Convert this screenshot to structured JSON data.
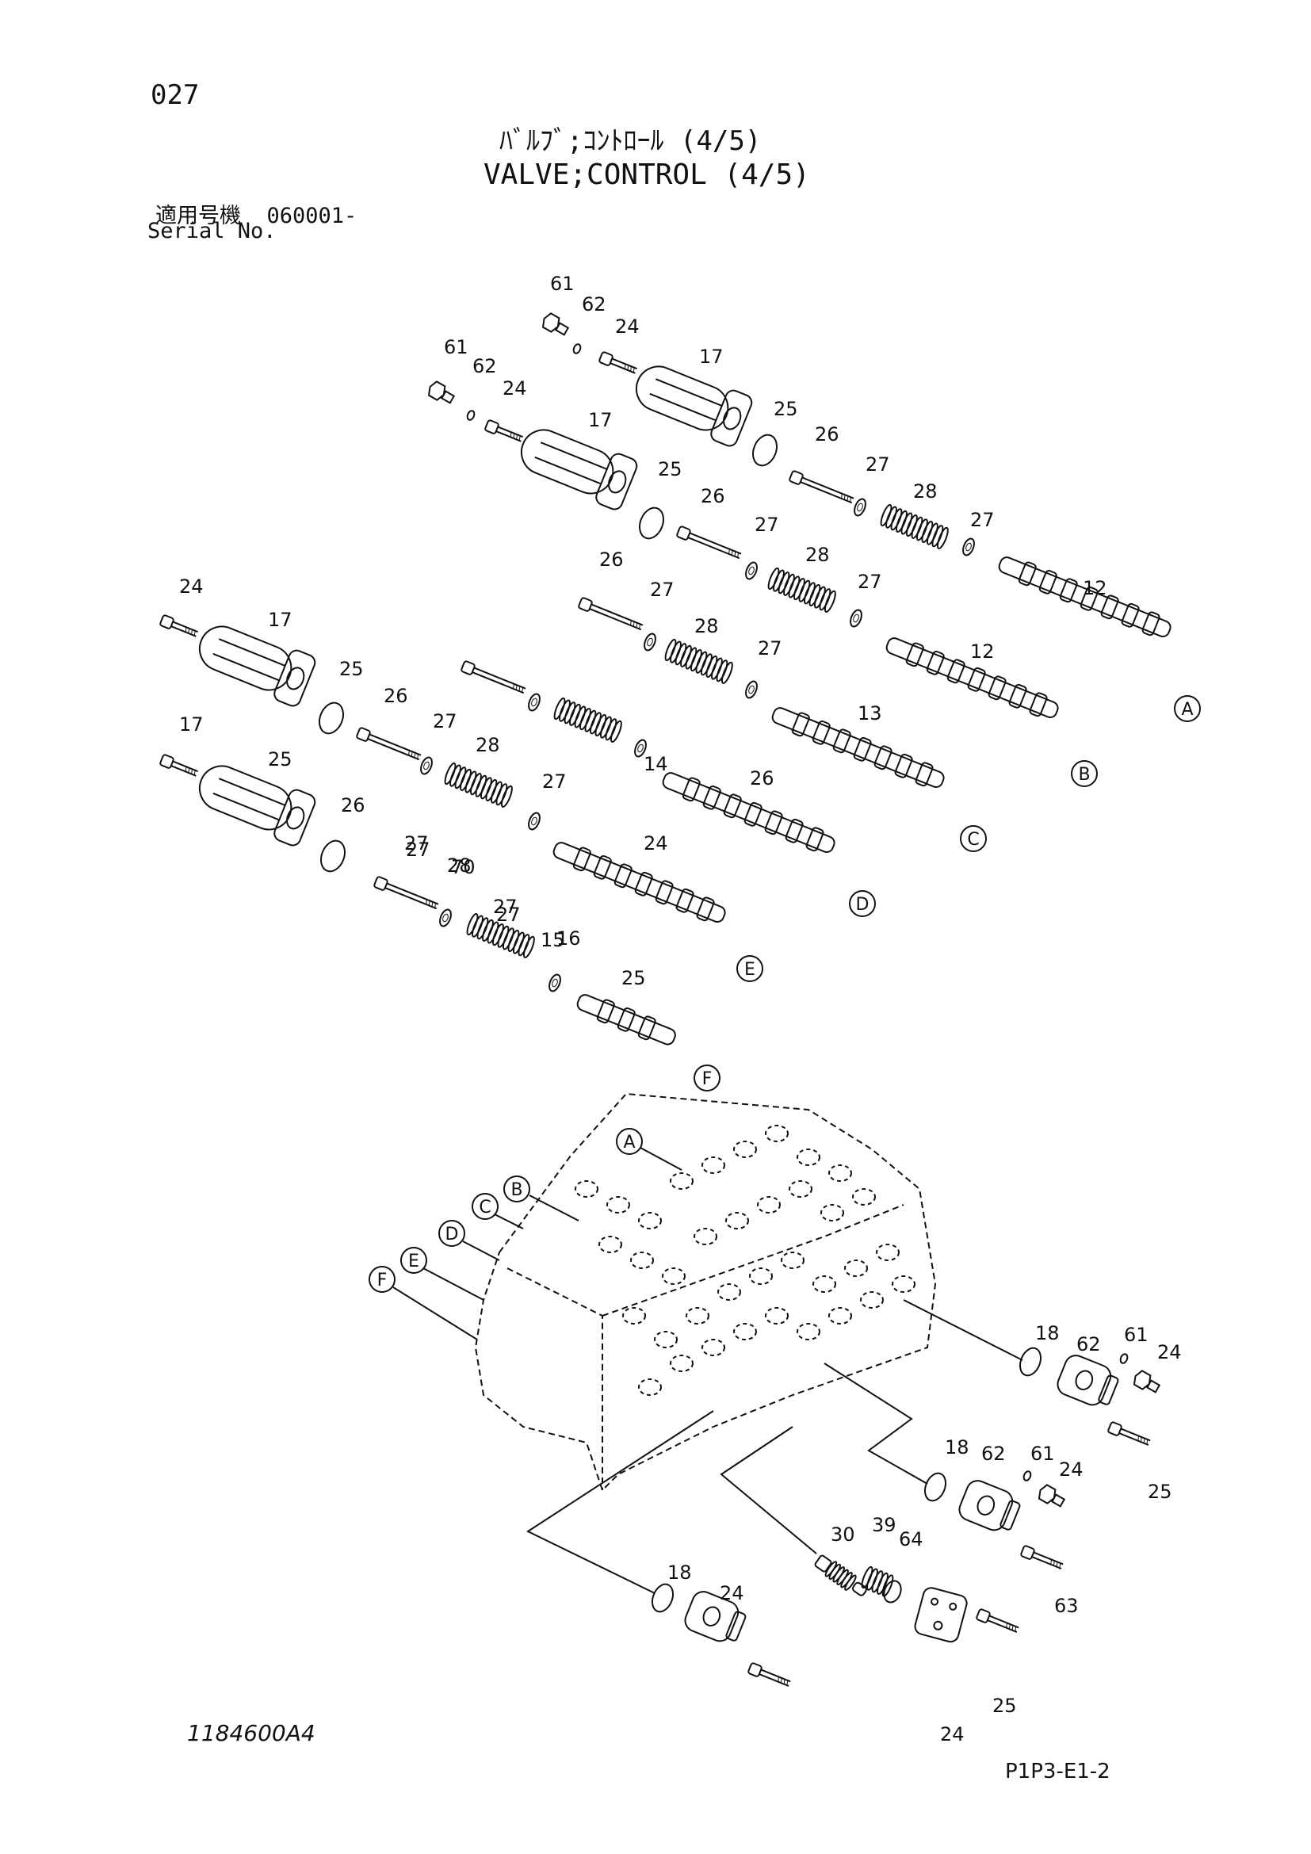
{
  "header": {
    "page_number": "027",
    "title_jp": "ﾊﾞﾙﾌﾞ;ｺﾝﾄﾛｰﾙ (4/5)",
    "title_en": "VALVE;CONTROL (4/5)",
    "serial_label_jp": "適用号機",
    "serial_value": "060001-",
    "serial_label_en": "Serial No."
  },
  "footer": {
    "drawing_number": "1184600A4",
    "page_code": "P1P3-E1-2"
  },
  "callouts": [
    "A",
    "B",
    "C",
    "D",
    "E",
    "F"
  ],
  "part_labels": [
    {
      "id": "61",
      "name": "plug-top-right"
    },
    {
      "id": "62",
      "name": "oring-top-right"
    },
    {
      "id": "24",
      "name": "bolt-top-right"
    },
    {
      "id": "17",
      "name": "cover-top-right"
    },
    {
      "id": "25",
      "name": "oring-cover-top-right"
    },
    {
      "id": "26",
      "name": "bolt-spring-top-right"
    },
    {
      "id": "27",
      "name": "retainer-a1"
    },
    {
      "id": "28",
      "name": "spring-a"
    },
    {
      "id": "27",
      "name": "retainer-a2"
    },
    {
      "id": "12",
      "name": "spool-a"
    },
    {
      "id": "61",
      "name": "plug-top-left"
    },
    {
      "id": "62",
      "name": "oring-top-left"
    },
    {
      "id": "24",
      "name": "bolt-top-left"
    },
    {
      "id": "17",
      "name": "cover-top-left"
    },
    {
      "id": "25",
      "name": "oring-cover-top-left"
    },
    {
      "id": "26",
      "name": "bolt-spring-b"
    },
    {
      "id": "27",
      "name": "retainer-b1"
    },
    {
      "id": "28",
      "name": "spring-b"
    },
    {
      "id": "27",
      "name": "retainer-b2"
    },
    {
      "id": "12",
      "name": "spool-b"
    },
    {
      "id": "26",
      "name": "bolt-spring-c"
    },
    {
      "id": "27",
      "name": "retainer-c1"
    },
    {
      "id": "28",
      "name": "spring-c"
    },
    {
      "id": "27",
      "name": "retainer-c2"
    },
    {
      "id": "13",
      "name": "spool-c"
    },
    {
      "id": "24",
      "name": "bolt-mid-left"
    },
    {
      "id": "17",
      "name": "cover-mid-left"
    },
    {
      "id": "25",
      "name": "oring-cover-mid-left"
    },
    {
      "id": "26",
      "name": "bolt-spring-d"
    },
    {
      "id": "27",
      "name": "retainer-d1"
    },
    {
      "id": "28",
      "name": "spring-d"
    },
    {
      "id": "27",
      "name": "retainer-d2"
    },
    {
      "id": "14",
      "name": "spool-d"
    },
    {
      "id": "26",
      "name": "bolt-spring-e"
    },
    {
      "id": "27",
      "name": "retainer-e1"
    },
    {
      "id": "28",
      "name": "spring-e"
    },
    {
      "id": "27",
      "name": "retainer-e2"
    },
    {
      "id": "15",
      "name": "spool-e"
    },
    {
      "id": "24",
      "name": "bolt-low-left"
    },
    {
      "id": "17",
      "name": "cover-low-left"
    },
    {
      "id": "25",
      "name": "oring-cover-low-left"
    },
    {
      "id": "26",
      "name": "bolt-spring-f"
    },
    {
      "id": "27",
      "name": "retainer-f1"
    },
    {
      "id": "70",
      "name": "spring-f"
    },
    {
      "id": "27",
      "name": "retainer-f2"
    },
    {
      "id": "16",
      "name": "spool-f"
    },
    {
      "id": "25",
      "name": "oring-right-1"
    },
    {
      "id": "18",
      "name": "cap-right-1"
    },
    {
      "id": "62",
      "name": "oring-right-1b"
    },
    {
      "id": "61",
      "name": "plug-right-1"
    },
    {
      "id": "24",
      "name": "bolt-right-1"
    },
    {
      "id": "25",
      "name": "oring-right-2"
    },
    {
      "id": "18",
      "name": "cap-right-2"
    },
    {
      "id": "62",
      "name": "oring-right-2b"
    },
    {
      "id": "61",
      "name": "plug-right-2"
    },
    {
      "id": "24",
      "name": "bolt-right-2"
    },
    {
      "id": "63",
      "name": "valve-63"
    },
    {
      "id": "30",
      "name": "spring-30"
    },
    {
      "id": "39",
      "name": "oring-39"
    },
    {
      "id": "64",
      "name": "plate-64"
    },
    {
      "id": "24",
      "name": "bolt-plate-64"
    },
    {
      "id": "25",
      "name": "oring-bottom"
    },
    {
      "id": "18",
      "name": "cap-bottom"
    },
    {
      "id": "24",
      "name": "bolt-bottom"
    }
  ],
  "colors": {
    "ink": "#111111",
    "background": "#ffffff"
  }
}
